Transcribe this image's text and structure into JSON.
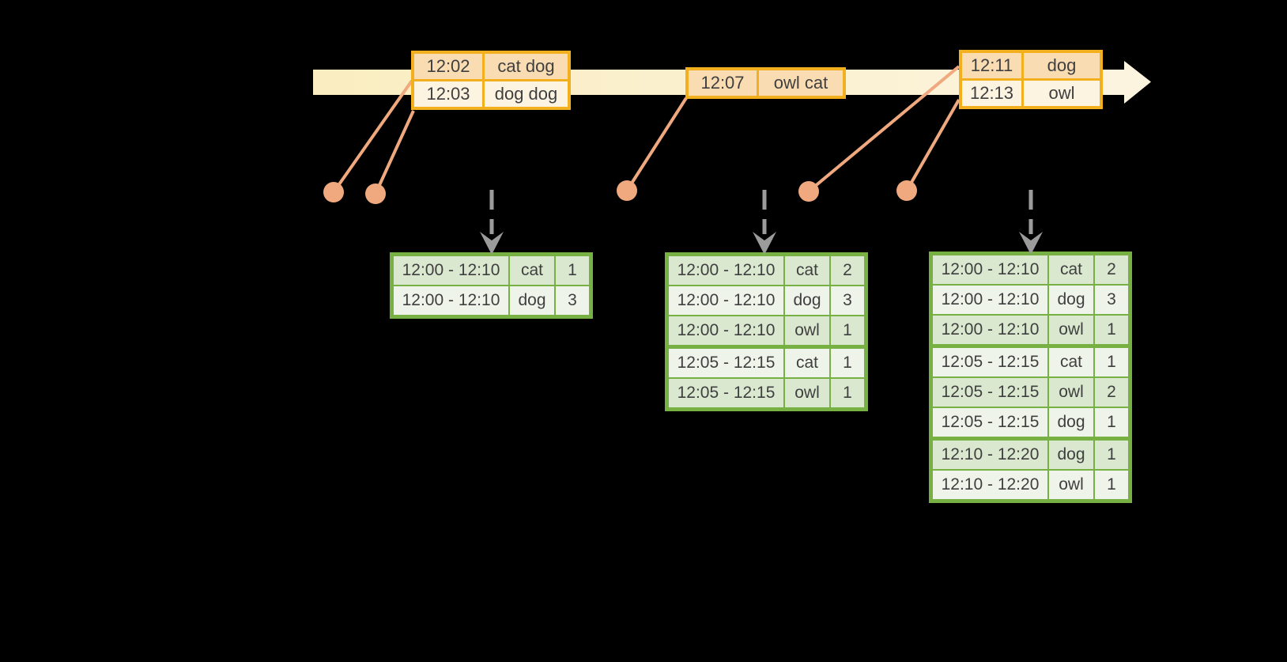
{
  "colors": {
    "background": "#000000",
    "timeline_start": "#FAEDC1",
    "timeline_end": "#FCF4DF",
    "event_border": "#F2B01E",
    "event_row_dark": "#FADCB3",
    "event_row_light": "#FDF3E1",
    "connector": "#F0A97E",
    "result_border": "#77B144",
    "result_row_dark": "#DBE8D0",
    "result_row_light": "#EFF4EB",
    "flow_arrow": "#9B9B9B",
    "text": "#3F3F3F"
  },
  "timeline": {
    "event_groups": [
      {
        "rows": [
          {
            "time": "12:02",
            "words": "cat dog"
          },
          {
            "time": "12:03",
            "words": "dog dog"
          }
        ]
      },
      {
        "rows": [
          {
            "time": "12:07",
            "words": "owl cat"
          }
        ]
      },
      {
        "rows": [
          {
            "time": "12:11",
            "words": "dog"
          },
          {
            "time": "12:13",
            "words": "owl"
          }
        ]
      }
    ]
  },
  "result_tables": [
    {
      "groups": [
        {
          "rows": [
            {
              "window": "12:00 - 12:10",
              "word": "cat",
              "count": "1"
            },
            {
              "window": "12:00 - 12:10",
              "word": "dog",
              "count": "3"
            }
          ]
        }
      ]
    },
    {
      "groups": [
        {
          "rows": [
            {
              "window": "12:00 - 12:10",
              "word": "cat",
              "count": "2"
            },
            {
              "window": "12:00 - 12:10",
              "word": "dog",
              "count": "3"
            },
            {
              "window": "12:00 - 12:10",
              "word": "owl",
              "count": "1"
            }
          ]
        },
        {
          "rows": [
            {
              "window": "12:05 - 12:15",
              "word": "cat",
              "count": "1"
            },
            {
              "window": "12:05 - 12:15",
              "word": "owl",
              "count": "1"
            }
          ]
        }
      ]
    },
    {
      "groups": [
        {
          "rows": [
            {
              "window": "12:00 - 12:10",
              "word": "cat",
              "count": "2"
            },
            {
              "window": "12:00 - 12:10",
              "word": "dog",
              "count": "3"
            },
            {
              "window": "12:00 - 12:10",
              "word": "owl",
              "count": "1"
            }
          ]
        },
        {
          "rows": [
            {
              "window": "12:05 - 12:15",
              "word": "cat",
              "count": "1"
            },
            {
              "window": "12:05 - 12:15",
              "word": "owl",
              "count": "2"
            },
            {
              "window": "12:05 - 12:15",
              "word": "dog",
              "count": "1"
            }
          ]
        },
        {
          "rows": [
            {
              "window": "12:10 - 12:20",
              "word": "dog",
              "count": "1"
            },
            {
              "window": "12:10 - 12:20",
              "word": "owl",
              "count": "1"
            }
          ]
        }
      ]
    }
  ]
}
